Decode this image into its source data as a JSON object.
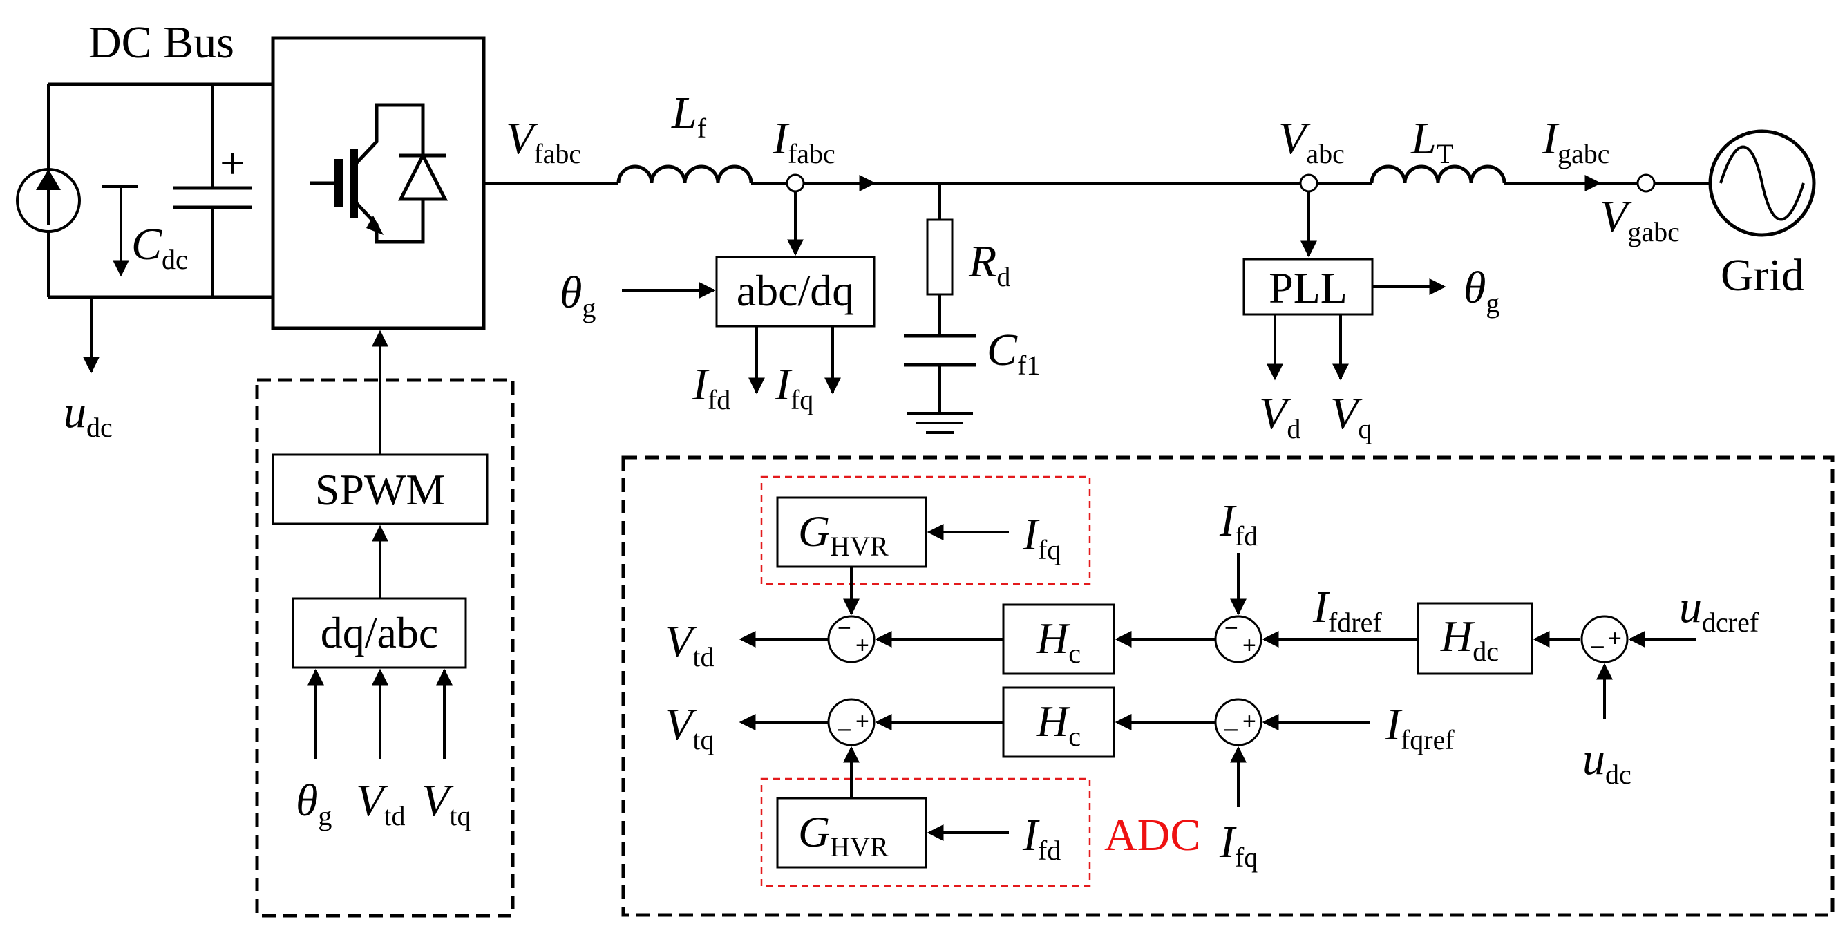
{
  "labels": {
    "dc_bus": "DC Bus",
    "grid": "Grid",
    "adc": "ADC"
  },
  "blocks": {
    "spwm": "SPWM",
    "dq_abc": "dq/abc",
    "abc_dq": "abc/dq",
    "pll": "PLL"
  },
  "signs": {
    "minus": "−",
    "plus": "+",
    "low_minus": "–"
  },
  "symbols": {
    "C": "C",
    "dc": "dc",
    "u": "u",
    "dcref": "dcref",
    "V": "V",
    "fabc": "fabc",
    "abc": "abc",
    "gabc": "gabc",
    "d": "d",
    "q": "q",
    "td": "td",
    "tq": "tq",
    "L": "L",
    "f": "f",
    "T": "T",
    "I": "I",
    "gabc_i": "gabc",
    "fd": "fd",
    "fq": "fq",
    "fdref": "fdref",
    "fqref": "fqref",
    "R": "R",
    "f1": "f1",
    "theta": "θ",
    "g": "g",
    "G": "G",
    "HVR": "HVR",
    "H": "H",
    "c": "c"
  },
  "colors": {
    "adc_accent": "#ee1111",
    "adc_box": "#e31a1c",
    "line": "#000000"
  }
}
